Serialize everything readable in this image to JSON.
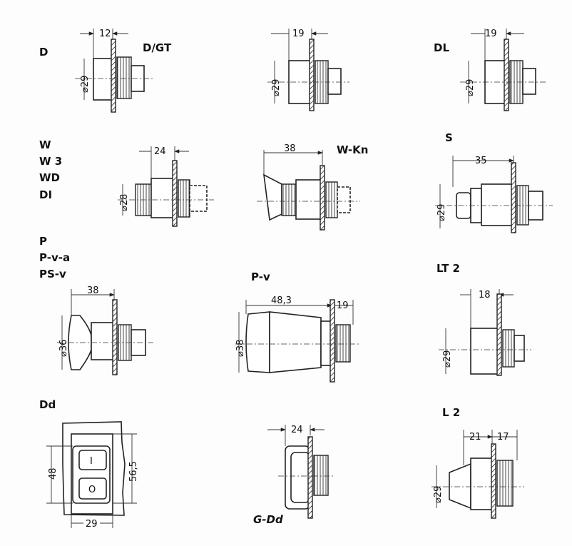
{
  "title": "Push-button actuator types – dimension drawings",
  "parts": {
    "d": {
      "labels": [
        "D"
      ],
      "label2": "D/GT",
      "width_dim": "12",
      "dia": "⌀29"
    },
    "d2": {
      "width_dim": "19",
      "dia": "⌀29"
    },
    "dl": {
      "labels": [
        "DL"
      ],
      "width_dim": "19",
      "dia": "⌀29"
    },
    "w": {
      "labels": [
        "W",
        "W 3",
        "WD",
        "DI"
      ],
      "width_dim": "24",
      "dia": "⌀28"
    },
    "wkn": {
      "labels": [
        "W-Kn"
      ],
      "width_dim": "38"
    },
    "s": {
      "labels": [
        "S"
      ],
      "width_dim": "35",
      "dia": "⌀29"
    },
    "p": {
      "labels": [
        "P",
        "P-v-a",
        "PS-v"
      ],
      "width_dim": "38",
      "dia": "⌀36"
    },
    "pv": {
      "labels": [
        "P-v"
      ],
      "width_dim": "48,3",
      "width_dim2": "19",
      "dia": "⌀38"
    },
    "lt2": {
      "labels": [
        "LT 2"
      ],
      "width_dim": "18",
      "dia": "⌀29"
    },
    "dd": {
      "labels": [
        "Dd"
      ],
      "height_dim": "48",
      "height_dim2": "56,5",
      "width_dim": "29",
      "button_on": "I",
      "button_off": "O"
    },
    "gdd": {
      "labels": [
        "G-Dd"
      ],
      "width_dim": "24"
    },
    "l2": {
      "labels": [
        "L 2"
      ],
      "width_dim": "21",
      "width_dim2": "17",
      "dia": "⌀29"
    }
  }
}
